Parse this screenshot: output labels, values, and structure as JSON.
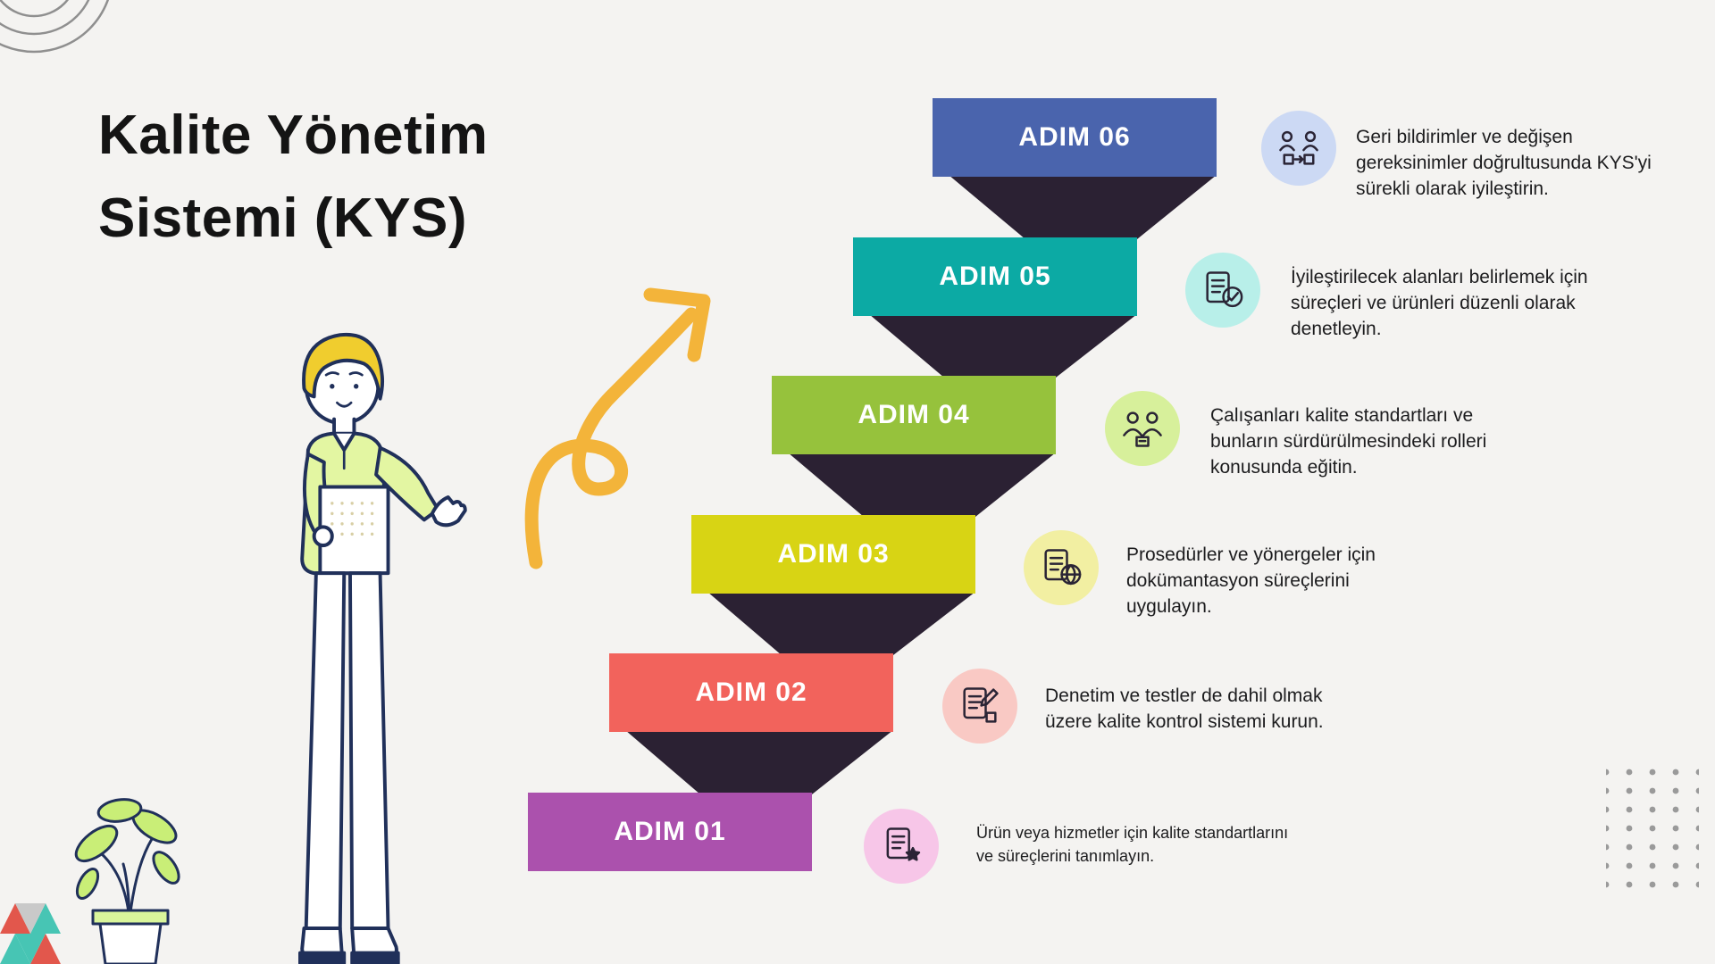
{
  "title": {
    "line1": "Kalite Yönetim",
    "line2": "Sistemi (KYS)"
  },
  "steps": [
    {
      "label": "ADIM 01",
      "description": "Ürün veya hizmetler için kalite standartlarını ve süreçlerini tanımlayın.",
      "bar_color": "#ab51ad",
      "icon_bg": "#f7c6e8",
      "icon": "document-star-icon"
    },
    {
      "label": "ADIM 02",
      "description": "Denetim ve testler de dahil olmak üzere kalite kontrol sistemi kurun.",
      "bar_color": "#f2635c",
      "icon_bg": "#f9c9c4",
      "icon": "document-pencil-icon"
    },
    {
      "label": "ADIM 03",
      "description": "Prosedürler ve yönergeler için dokümantasyon süreçlerini uygulayın.",
      "bar_color": "#d8d414",
      "icon_bg": "#f2efa2",
      "icon": "document-globe-icon"
    },
    {
      "label": "ADIM 04",
      "description": "Çalışanları kalite standartları ve bunların sürdürülmesindeki rolleri konusunda eğitin.",
      "bar_color": "#96c23c",
      "icon_bg": "#d7f09b",
      "icon": "team-training-icon"
    },
    {
      "label": "ADIM 05",
      "description": "İyileştirilecek alanları belirlemek için süreçleri ve ürünleri düzenli olarak denetleyin.",
      "bar_color": "#0caaa4",
      "icon_bg": "#b8efe9",
      "icon": "document-check-icon"
    },
    {
      "label": "ADIM 06",
      "description": "Geri bildirimler ve değişen gereksinimler doğrultusunda KYS'yi sürekli olarak iyileştirin.",
      "bar_color": "#4a64ad",
      "icon_bg": "#ccd9f4",
      "icon": "continuous-improvement-icon"
    }
  ],
  "colors": {
    "background": "#f4f3f1",
    "ribbon_shadow": "#2b2133",
    "arrow": "#f3b43a",
    "title_text": "#141414",
    "body_text": "#1c1c1e",
    "decor_teal": "#47c5b4",
    "decor_red": "#e2574c",
    "decor_dots": "#9a9a9a"
  }
}
